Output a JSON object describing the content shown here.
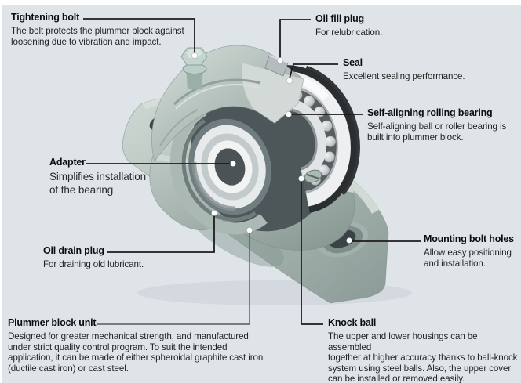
{
  "palette": {
    "panel_background": "#dfe4e8",
    "page_border": "#ffffff",
    "housing_metal": "#aebcb7",
    "housing_light": "#d3dcd7",
    "housing_dark": "#8a9a96",
    "bearing_silver": "#edeff0",
    "seal_black": "#2b2e31",
    "bore_dark": "#4d575a",
    "leader_line": "#1d1d1d",
    "callout_dot": "#ffffff",
    "text": "#1c1c1c"
  },
  "callouts": {
    "tightening_bolt": {
      "title": "Tightening bolt",
      "body": "The bolt protects the plummer block against\nloosening due to vibration and impact."
    },
    "oil_fill_plug": {
      "title": "Oil fill plug",
      "body": "For relubrication."
    },
    "seal": {
      "title": "Seal",
      "body": "Excellent sealing performance."
    },
    "self_aligning_rolling_bearing": {
      "title": "Self-aligning rolling bearing",
      "body": "Self-aligning ball or roller bearing is\nbuilt into plummer block."
    },
    "adapter": {
      "title": "Adapter",
      "body": "Simplifies installation\nof the bearing"
    },
    "oil_drain_plug": {
      "title": "Oil drain plug",
      "body": "For draining old lubricant."
    },
    "mounting_bolt_holes": {
      "title": "Mounting bolt holes",
      "body": "Allow easy positioning\nand installation."
    },
    "plummer_block_unit": {
      "title": "Plummer block unit",
      "body": "Designed for greater mechanical strength, and manufactured\nunder strict quality control program. To suit the intended\napplication, it can be made of either spheroidal graphite cast iron\n(ductile cast iron) or cast steel."
    },
    "knock_ball": {
      "title": "Knock ball",
      "body": "The upper and lower housings can be assembled\ntogether at higher accuracy thanks to ball-knock\nsystem using steel balls. Also, the upper cover\ncan be installed or removed easily."
    }
  }
}
